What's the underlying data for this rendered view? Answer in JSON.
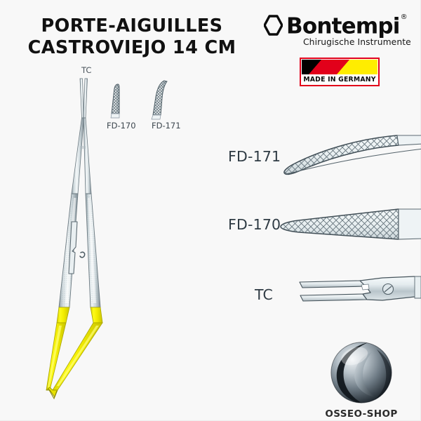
{
  "page": {
    "background_color": "#f8f8f8"
  },
  "title": {
    "line1": "PORTE-AIGUILLES",
    "line2": "CASTROVIEJO 14 CM"
  },
  "brand": {
    "icon": "hexagon-icon",
    "name": "Bontempi",
    "registered_mark": "®",
    "subtitle": "Chirugische Instrumente",
    "badge": {
      "text": "MADE IN GERMANY",
      "flag_colors": [
        "#000000",
        "#e2001a",
        "#ffed00"
      ],
      "border_color": "#e2001a"
    }
  },
  "overview": {
    "tc_label": "TC",
    "tip_labels": [
      "FD-170",
      "FD-171"
    ]
  },
  "details": [
    {
      "label": "FD-171",
      "type": "curved-jaw-detail"
    },
    {
      "label": "FD-170",
      "type": "straight-jaw-detail"
    },
    {
      "label": "TC",
      "type": "tc-joint-detail"
    }
  ],
  "shop": {
    "name": "OSSEO-SHOP",
    "mark": "sphere-logo-icon"
  },
  "colors": {
    "handle_gold": "#f2ec00",
    "steel_light": "#eef2f3",
    "steel_mid": "#b9c4c8",
    "steel_dark": "#6f7d84",
    "label_text": "#2f3b44"
  }
}
